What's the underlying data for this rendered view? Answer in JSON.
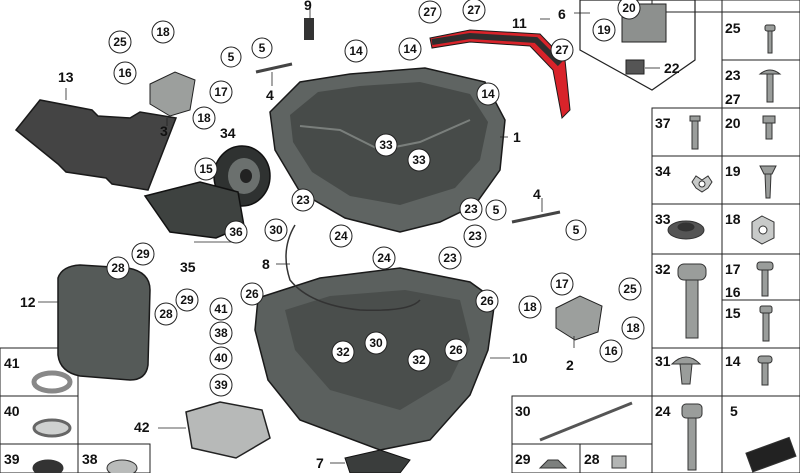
{
  "callouts": {
    "c1": "1",
    "c2": "2",
    "c3": "3",
    "c4a": "4",
    "c4b": "4",
    "c5a": "5",
    "c5b": "5",
    "c5c": "5",
    "c5d": "5",
    "c6": "6",
    "c7": "7",
    "c8": "8",
    "c9": "9",
    "c10": "10",
    "c11": "11",
    "c12": "12",
    "c13": "13",
    "c14a": "14",
    "c14b": "14",
    "c14c": "14",
    "c15": "15",
    "c16a": "16",
    "c16b": "16",
    "c17a": "17",
    "c17b": "17",
    "c18a": "18",
    "c18b": "18",
    "c18c": "18",
    "c18d": "18",
    "c19": "19",
    "c20": "20",
    "c22": "22",
    "c23a": "23",
    "c23b": "23",
    "c23c": "23",
    "c23d": "23",
    "c24a": "24",
    "c24b": "24",
    "c25a": "25",
    "c25b": "25",
    "c26a": "26",
    "c26b": "26",
    "c26c": "26",
    "c27a": "27",
    "c27b": "27",
    "c27c": "27",
    "c28a": "28",
    "c28b": "28",
    "c29a": "29",
    "c29b": "29",
    "c30a": "30",
    "c30b": "30",
    "c32a": "32",
    "c32b": "32",
    "c33a": "33",
    "c33b": "33",
    "c34": "34",
    "c35": "35",
    "c36": "36",
    "c38": "38",
    "c39": "39",
    "c40": "40",
    "c41": "41",
    "c42": "42"
  },
  "right_table": {
    "r1a": "25",
    "r2a": "23",
    "r2b": "27",
    "r3a": "37",
    "r3b": "20",
    "r4a": "34",
    "r4b": "19",
    "r5a": "33",
    "r5b": "18",
    "r6a": "32",
    "r6b": "17",
    "r6c": "16",
    "r7b": "15",
    "r8a": "31",
    "r8b": "14",
    "r9a": "24",
    "r9b": "5"
  },
  "bottom_table": {
    "b30": "30",
    "b29": "29",
    "b28": "28"
  },
  "left_table": {
    "l41": "41",
    "l40": "40",
    "l39": "39",
    "l38": "38"
  },
  "colors": {
    "housing": "#5f6462",
    "housing_dark": "#474b49",
    "trim": "#d8232a",
    "linework": "#1a1a1a"
  }
}
